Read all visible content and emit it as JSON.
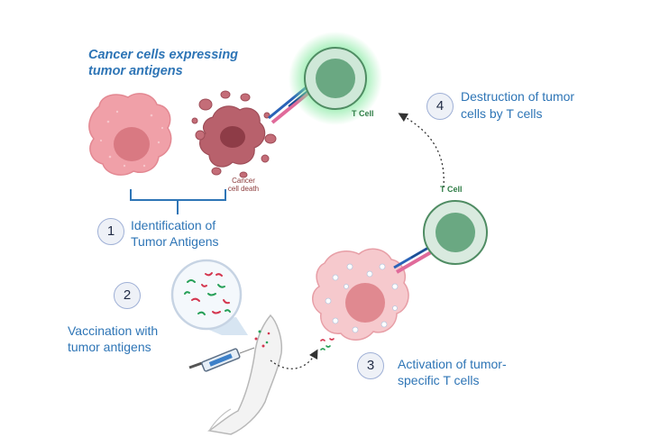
{
  "title": {
    "line1": "Cancer cells expressing",
    "line2": "tumor antigens"
  },
  "cancer_cell_death": {
    "line1": "Cancer",
    "line2": "cell death"
  },
  "tcell_labels": {
    "top": "T Cell",
    "mid": "T Cell"
  },
  "steps": [
    {
      "number": "1",
      "line1": "Identification of",
      "line2": "Tumor Antigens"
    },
    {
      "number": "2",
      "line1": "Vaccination with",
      "line2": "tumor antigens"
    },
    {
      "number": "3",
      "line1": "Activation of tumor-",
      "line2": "specific T cells"
    },
    {
      "number": "4",
      "line1": "Destruction of tumor",
      "line2": "cells by T cells"
    }
  ],
  "colors": {
    "label_blue": "#2e75b6",
    "tcell_green": "#6aa882",
    "cancer_pink": "#e9959c",
    "dying_cell": "#b25c66"
  }
}
